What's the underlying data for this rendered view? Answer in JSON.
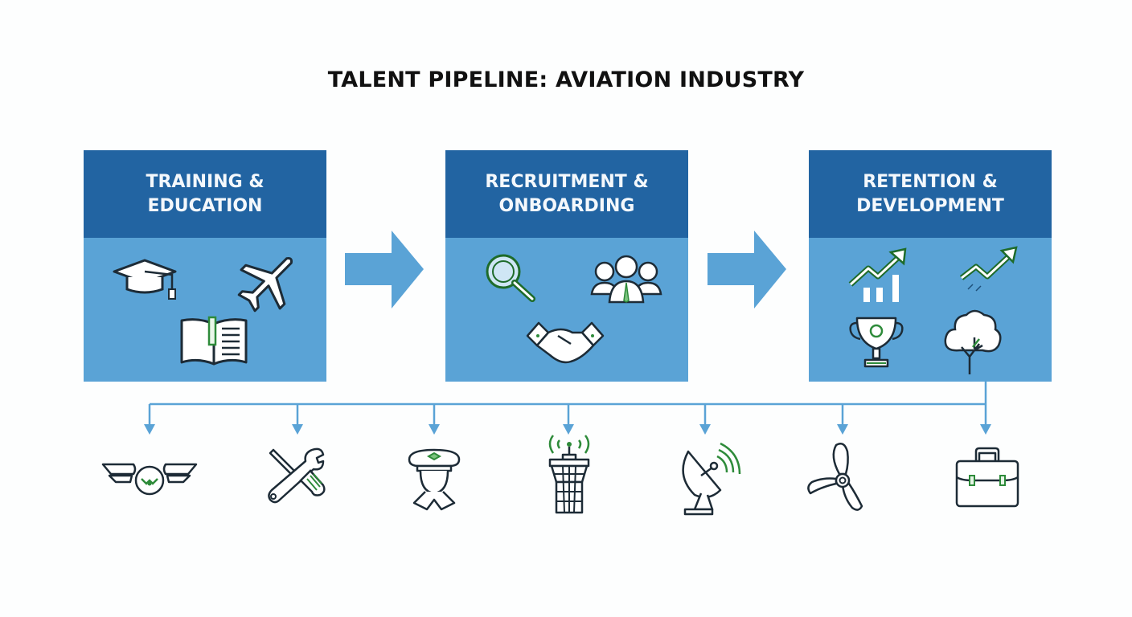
{
  "title": "TALENT PIPELINE: AVIATION INDUSTRY",
  "colors": {
    "header_blue": "#2264a2",
    "panel_blue": "#5aa3d6",
    "accent_green": "#2e8b3a",
    "outline_dark": "#1d2b36"
  },
  "stages": [
    {
      "title_line1": "TRAINING &",
      "title_line2": "EDUCATION",
      "icons": [
        "graduation-cap-icon",
        "airplane-icon",
        "open-book-icon"
      ]
    },
    {
      "title_line1": "RECRUITMENT &",
      "title_line2": "ONBOARDING",
      "icons": [
        "magnifying-glass-icon",
        "team-icon",
        "handshake-icon"
      ]
    },
    {
      "title_line1": "RETENTION &",
      "title_line2": "DEVELOPMENT",
      "icons": [
        "growth-chart-icon",
        "trend-arrow-icon",
        "trophy-icon",
        "tree-icon"
      ]
    }
  ],
  "roles": [
    {
      "icon": "pilot-wings-icon"
    },
    {
      "icon": "wrench-screwdriver-icon"
    },
    {
      "icon": "pilot-icon"
    },
    {
      "icon": "control-tower-icon"
    },
    {
      "icon": "satellite-dish-icon"
    },
    {
      "icon": "propeller-icon"
    },
    {
      "icon": "briefcase-icon"
    }
  ]
}
